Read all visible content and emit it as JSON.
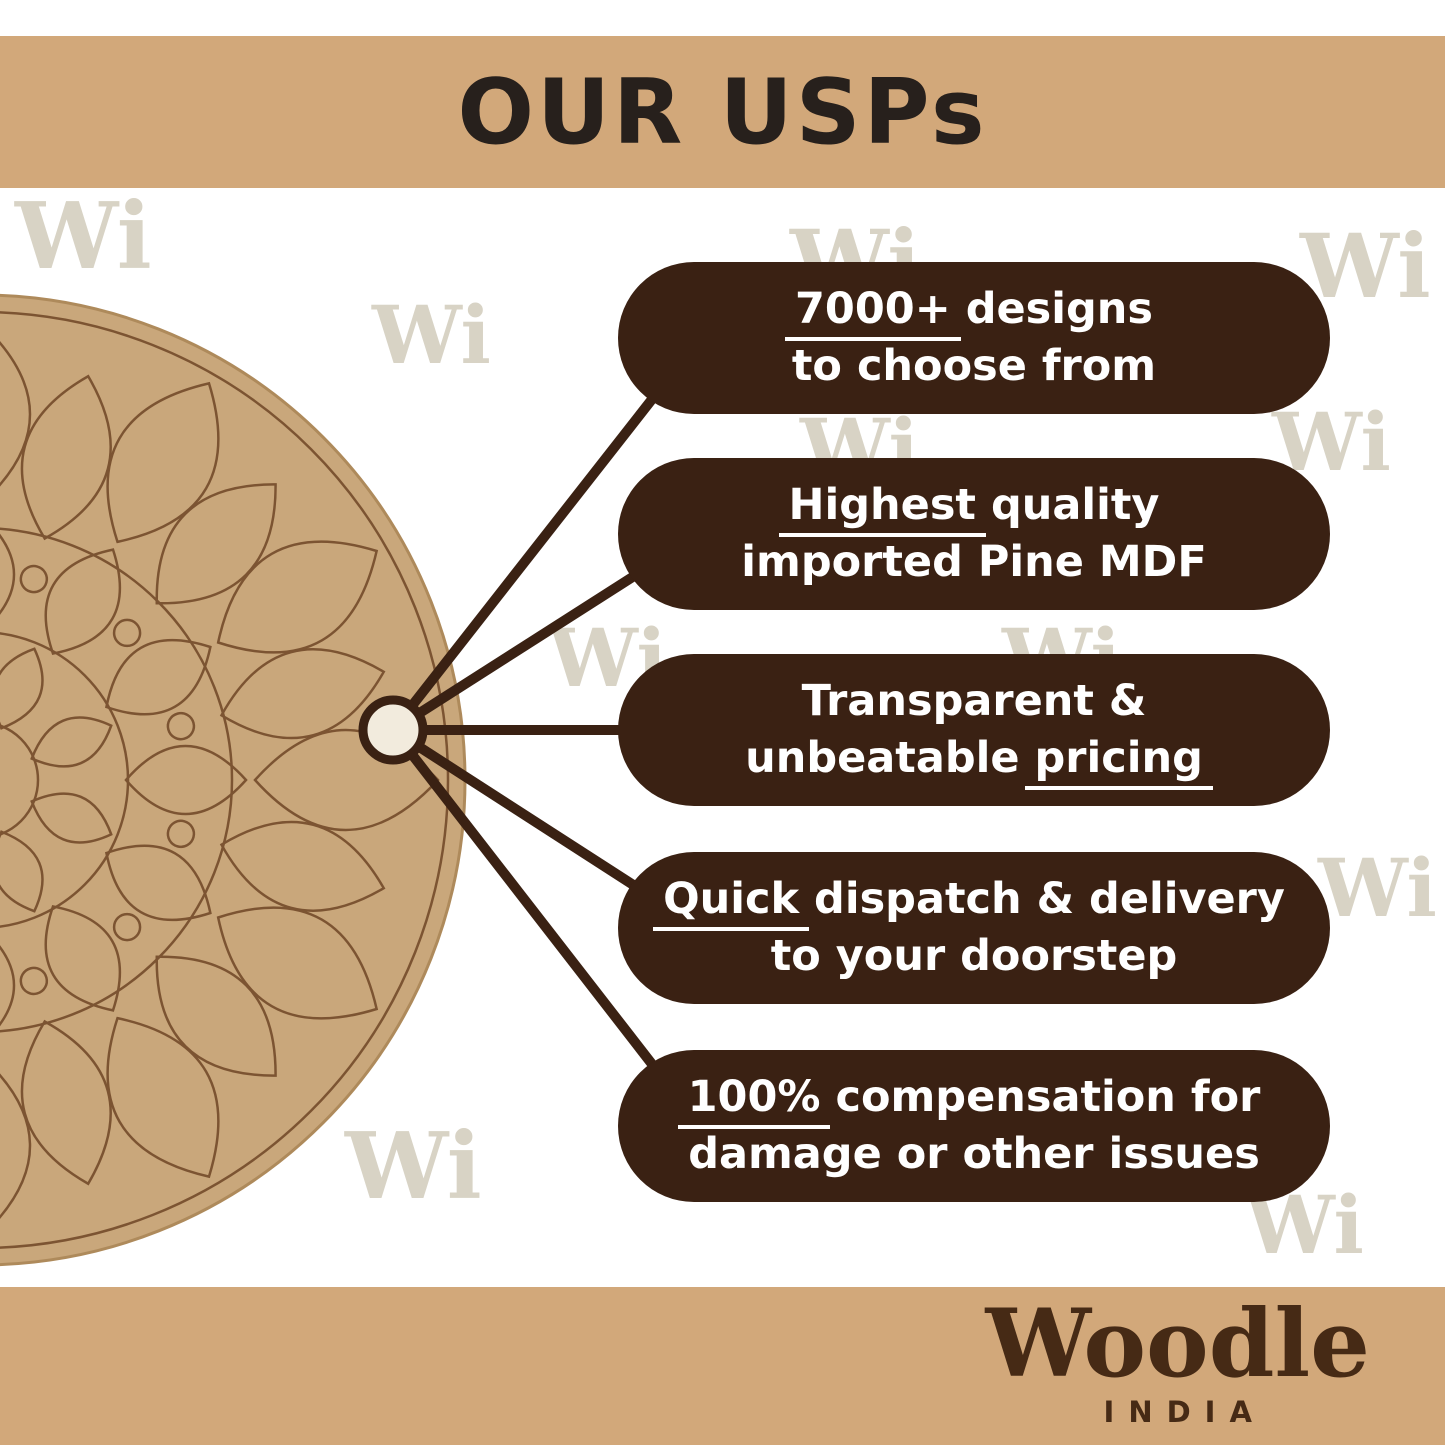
{
  "title": "OUR USPs",
  "watermark_text": "Wi",
  "usp_pills": [
    {
      "line1": [
        {
          "t": "7000+",
          "u": true
        },
        {
          "t": " designs",
          "u": false
        }
      ],
      "line2": [
        {
          "t": "to choose from",
          "u": false
        }
      ]
    },
    {
      "line1": [
        {
          "t": "Highest",
          "u": true
        },
        {
          "t": " quality",
          "u": false
        }
      ],
      "line2": [
        {
          "t": "imported Pine MDF",
          "u": false
        }
      ]
    },
    {
      "line1": [
        {
          "t": "Transparent &",
          "u": false
        }
      ],
      "line2": [
        {
          "t": "unbeatable ",
          "u": false
        },
        {
          "t": "pricing",
          "u": true
        }
      ]
    },
    {
      "line1": [
        {
          "t": "Quick",
          "u": true
        },
        {
          "t": " dispatch & delivery",
          "u": false
        }
      ],
      "line2": [
        {
          "t": "to your doorstep",
          "u": false
        }
      ]
    },
    {
      "line1": [
        {
          "t": "100%",
          "u": true
        },
        {
          "t": " compensation for",
          "u": false
        }
      ],
      "line2": [
        {
          "t": "damage or other issues",
          "u": false
        }
      ]
    }
  ],
  "brand": {
    "name": "Woodle",
    "sub": "INDIA"
  },
  "colors": {
    "band": "#D2A87A",
    "pill_bg": "#3A2113",
    "pill_text": "#FFFFFF",
    "board": "#C9A77B",
    "engraving": "#7C5432",
    "connector": "#3A2113",
    "title": "#27201C",
    "brand": "#462A15",
    "watermark": "#D8D3C5"
  }
}
